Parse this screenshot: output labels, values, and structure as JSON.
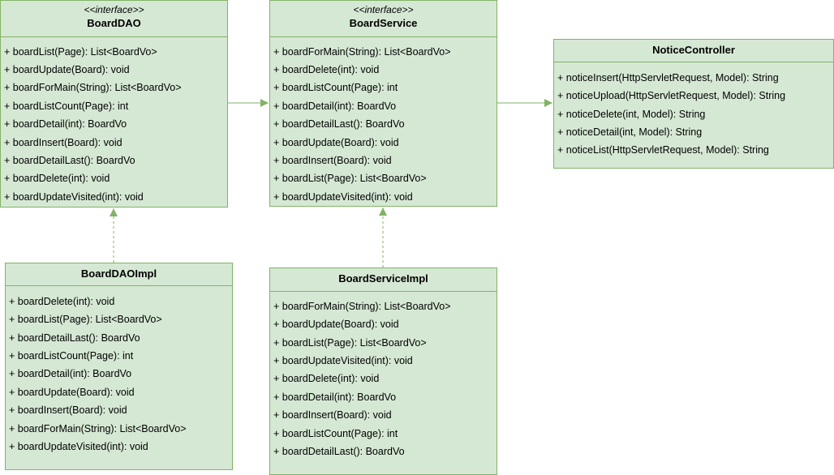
{
  "diagram": {
    "colors": {
      "fill": "#d5e8d4",
      "stroke": "#82b366",
      "text": "#000000"
    },
    "classes": {
      "board_dao": {
        "stereotype": "<<interface>>",
        "name": "BoardDAO",
        "methods": [
          "+ boardList(Page): List<BoardVo>",
          "+ boardUpdate(Board): void",
          "+ boardForMain(String): List<BoardVo>",
          "+ boardListCount(Page): int",
          "+ boardDetail(int): BoardVo",
          "+ boardInsert(Board): void",
          "+ boardDetailLast(): BoardVo",
          "+ boardDelete(int): void",
          "+ boardUpdateVisited(int): void"
        ]
      },
      "board_service": {
        "stereotype": "<<interface>>",
        "name": "BoardService",
        "methods": [
          "+ boardForMain(String): List<BoardVo>",
          "+ boardDelete(int): void",
          "+ boardListCount(Page): int",
          "+ boardDetail(int): BoardVo",
          "+ boardDetailLast(): BoardVo",
          "+ boardUpdate(Board): void",
          "+ boardInsert(Board): void",
          "+ boardList(Page): List<BoardVo>",
          "+ boardUpdateVisited(int): void"
        ]
      },
      "notice_controller": {
        "name": "NoticeController",
        "methods": [
          "+ noticeInsert(HttpServletRequest, Model): String",
          "+ noticeUpload(HttpServletRequest, Model): String",
          "+ noticeDelete(int, Model): String",
          "+ noticeDetail(int, Model): String",
          "+ noticeList(HttpServletRequest, Model): String"
        ]
      },
      "board_dao_impl": {
        "name": "BoardDAOImpl",
        "methods": [
          "+ boardDelete(int): void",
          "+ boardList(Page): List<BoardVo>",
          "+ boardDetailLast(): BoardVo",
          "+ boardListCount(Page): int",
          "+ boardDetail(int): BoardVo",
          "+ boardUpdate(Board): void",
          "+ boardInsert(Board): void",
          "+ boardForMain(String): List<BoardVo>",
          "+ boardUpdateVisited(int): void"
        ]
      },
      "board_service_impl": {
        "name": "BoardServiceImpl",
        "methods": [
          "+ boardForMain(String): List<BoardVo>",
          "+ boardUpdate(Board): void",
          "+ boardList(Page): List<BoardVo>",
          "+ boardUpdateVisited(int): void",
          "+ boardDelete(int): void",
          "+ boardDetail(int): BoardVo",
          "+ boardInsert(Board): void",
          "+ boardListCount(Page): int",
          "+ boardDetailLast(): BoardVo"
        ]
      }
    },
    "relations": [
      {
        "from": "board_dao",
        "to": "board_service",
        "kind": "association-arrow"
      },
      {
        "from": "board_service",
        "to": "notice_controller",
        "kind": "association-arrow"
      },
      {
        "from": "board_dao_impl",
        "to": "board_dao",
        "kind": "realization"
      },
      {
        "from": "board_service_impl",
        "to": "board_service",
        "kind": "realization"
      }
    ]
  }
}
